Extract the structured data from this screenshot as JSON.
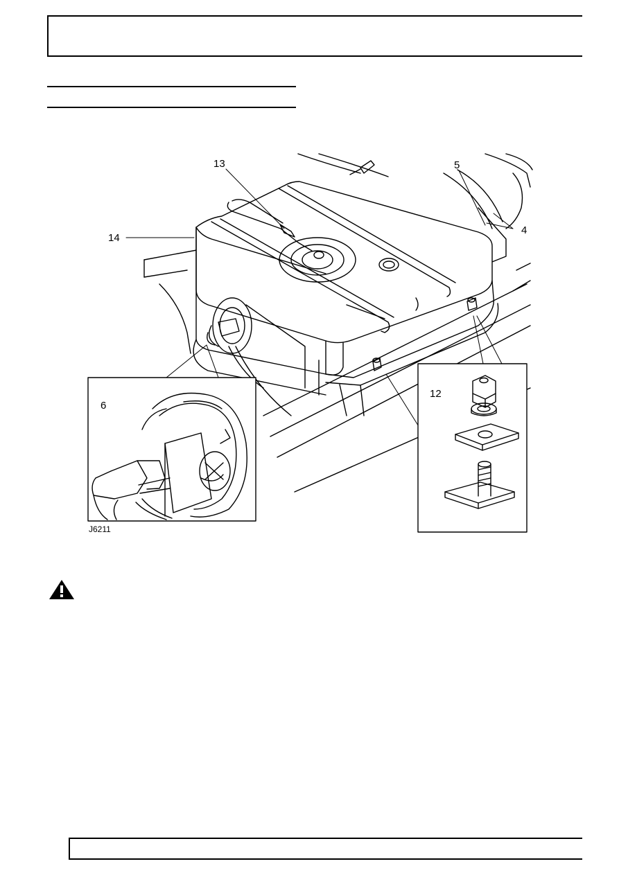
{
  "figure": {
    "reference": "J6211",
    "callouts": {
      "c13": "13",
      "c5": "5",
      "c14": "14",
      "c4": "4",
      "c6": "6",
      "c12": "12"
    }
  },
  "icons": {
    "warning": "warning-triangle-icon"
  }
}
